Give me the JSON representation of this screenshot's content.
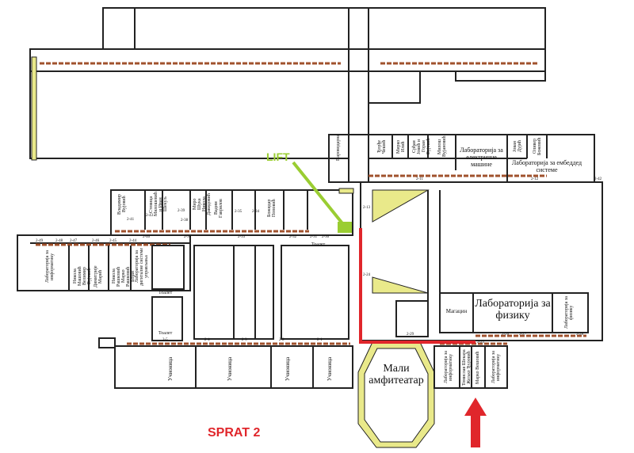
{
  "title": "SPRAT 2",
  "lift_label": "LIFT",
  "colors": {
    "route": "#e0262b",
    "lift": "#9acd32",
    "wall_fill": "#e9e98a",
    "brick": "#a0522d"
  },
  "rooms": {
    "top_right_wing": [
      "Ђорђе Чешић",
      "Мирко Илић",
      "Срђан Јовић и Горан Вујовић",
      "Милош Вујановић",
      "Лабораторија за електричне машине",
      "Лабораторија за ембеддед системе",
      "Јован Дујић",
      "Оливер Божовић",
      "Пароводарна"
    ],
    "middle_row": [
      "Владимир Вујовић",
      "Стевица Милошевић и Иван Шекуљ",
      "Миро Шука Никола Давидовић",
      "Вадим Гаврилов",
      "Божидар Поповић",
      "Тоалет"
    ],
    "left_wing": [
      "Лабораторија за информатику",
      "Никола Машовић Велимир Вујовић",
      "Димитрије Марић",
      "Никола Рашковић Марко Рашковић Бојан",
      "Лабораторија за дигиталне системе управљања",
      "Тоалет",
      "Тоалет"
    ],
    "center": [
      "Магацин",
      "Лабораторија за физику",
      "Лабораторија за физику"
    ],
    "bottom_row": [
      "Учионица",
      "Учионица",
      "Учионица",
      "Учионица"
    ],
    "amphitheater": "Мали амфитеатар",
    "bottom_labs": [
      "Лабораторија за информатику",
      "Томислав Шекара Жељко Ђуровић",
      "Марко Вешовић",
      "Лабораторија за информатику"
    ]
  },
  "room_numbers": [
    "2-1",
    "2-2",
    "2-3",
    "2-4",
    "2-5",
    "2-11",
    "2-12",
    "2-13",
    "2-24",
    "2-25",
    "2-26",
    "2-27",
    "2-28",
    "2-29",
    "2-30",
    "2-31",
    "2-32",
    "2-33",
    "2-34",
    "2-35",
    "2-36",
    "2-38",
    "2-39",
    "2-40",
    "2-41",
    "2-42",
    "2-43",
    "2-44",
    "2-45",
    "2-46",
    "2-47",
    "2-48",
    "2-49"
  ]
}
